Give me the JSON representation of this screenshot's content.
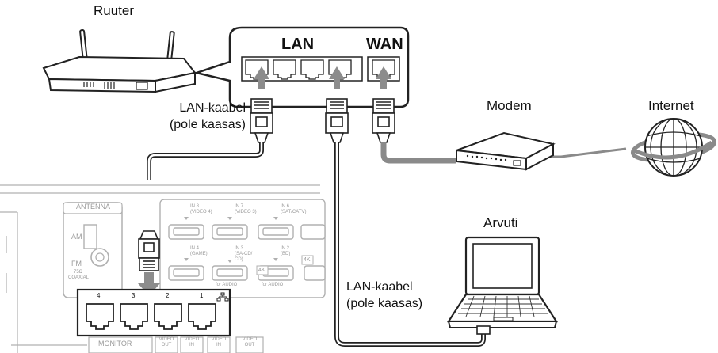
{
  "labels": {
    "router": "Ruuter",
    "lan": "LAN",
    "wan": "WAN",
    "lan_cable_1_line1": "LAN-kaabel",
    "lan_cable_1_line2": "(pole kaasas)",
    "lan_cable_2_line1": "LAN-kaabel",
    "lan_cable_2_line2": "(pole kaasas)",
    "modem": "Modem",
    "internet": "Internet",
    "computer": "Arvuti"
  },
  "receiver_panel": {
    "antenna": "ANTENNA",
    "am": "AM",
    "fm": "FM",
    "fm_sub1": "75Ω",
    "fm_sub2": "COAXIAL",
    "hdmi_top": [
      {
        "l1": "IN 8",
        "l2": "(VIDEO 4)"
      },
      {
        "l1": "IN 7",
        "l2": "(VIDEO 3)"
      },
      {
        "l1": "IN 6",
        "l2": "(SAT/CATV)"
      }
    ],
    "hdmi_bottom": [
      {
        "l1": "IN 4",
        "l2": "(GAME)",
        "l3": ""
      },
      {
        "l1": "IN 3",
        "l2": "(SA-CD/",
        "l3": "CD)"
      },
      {
        "l1": "IN 2",
        "l2": "(BD)",
        "l3": ""
      }
    ],
    "badge_4k": "4K",
    "for_audio": "for AUDIO",
    "switch_ports": [
      "4",
      "3",
      "2",
      "1"
    ],
    "monitor": "MONITOR",
    "video_out": "VIDEO\nOUT",
    "video_in": "VIDEO\nIN"
  }
}
